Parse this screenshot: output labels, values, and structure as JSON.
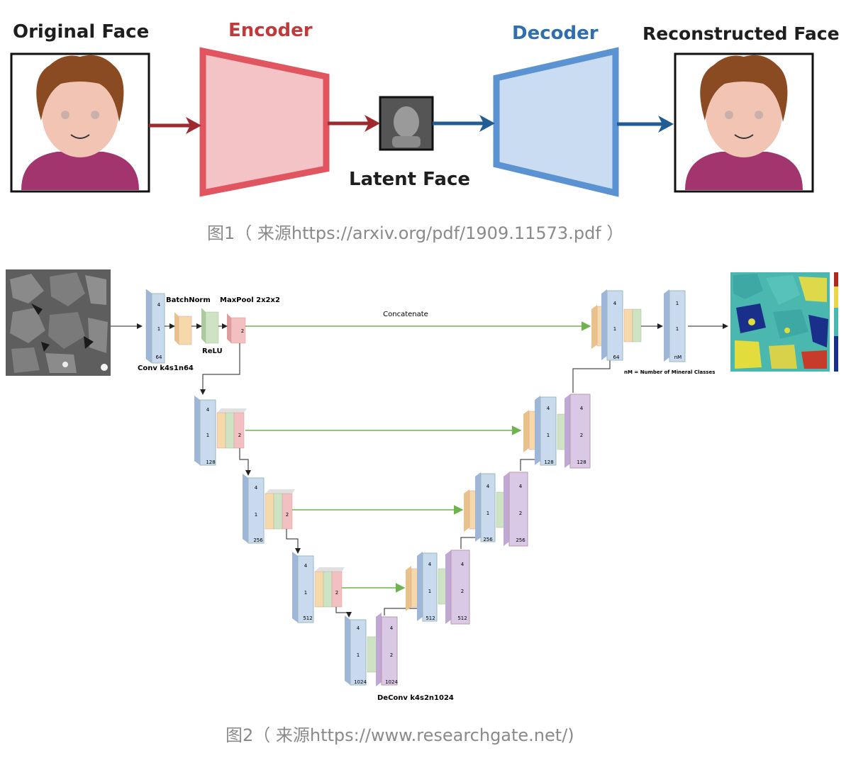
{
  "figure1": {
    "labels": {
      "original": "Original Face",
      "encoder": "Encoder",
      "latent": "Latent Face",
      "decoder": "Decoder",
      "reconstructed": "Reconstructed Face"
    },
    "caption": "图1（ 来源https://arxiv.org/pdf/1909.11573.pdf ）",
    "colors": {
      "encoder": "#e05560",
      "encoder_fill": "#f3c3c6",
      "decoder": "#5b93d2",
      "decoder_fill": "#c9dcf1",
      "enc_arrow": "#9e2a2f",
      "dec_arrow": "#1f5d94"
    }
  },
  "figure2": {
    "labels": {
      "batchnorm": "BatchNorm",
      "maxpool": "MaxPool 2x2x2",
      "relu": "ReLU",
      "conv": "Conv k4s1n64",
      "concatenate": "Concatenate",
      "nm_legend": "nM = Number of Mineral Classes",
      "deconv": "DeConv k4s2n1024"
    },
    "encoder_levels": [
      {
        "channels": "64",
        "top": "4",
        "mid": "1",
        "pool": "2"
      },
      {
        "channels": "128",
        "top": "4",
        "mid": "1",
        "pool": "2"
      },
      {
        "channels": "256",
        "top": "4",
        "mid": "1",
        "pool": "2"
      },
      {
        "channels": "512",
        "top": "4",
        "mid": "1",
        "pool": "2"
      }
    ],
    "bottleneck": {
      "channels": "1024",
      "top": "4",
      "mid": "1",
      "de_top": "4",
      "de_mid": "2",
      "de_channels": "1024"
    },
    "decoder_levels": [
      {
        "channels": "512",
        "top": "4",
        "mid": "1",
        "de_top": "4",
        "de_mid": "2",
        "de_channels": "512"
      },
      {
        "channels": "256",
        "top": "4",
        "mid": "1",
        "de_top": "4",
        "de_mid": "2",
        "de_channels": "256"
      },
      {
        "channels": "128",
        "top": "4",
        "mid": "1",
        "de_top": "4",
        "de_mid": "2",
        "de_channels": "128"
      }
    ],
    "output_stage": {
      "channels": "64",
      "top": "4",
      "mid": "1",
      "out_top": "1",
      "out_mid": "1",
      "out_channels": "nM"
    },
    "caption": "图2（ 来源https://www.researchgate.net/)",
    "colors": {
      "conv": "#c9d9ee",
      "batchnorm": "#f6d9a8",
      "relu": "#cde3c3",
      "maxpool": "#f2c0c0",
      "deconv": "#d9c9e6",
      "skip": "#6fb34f"
    }
  }
}
